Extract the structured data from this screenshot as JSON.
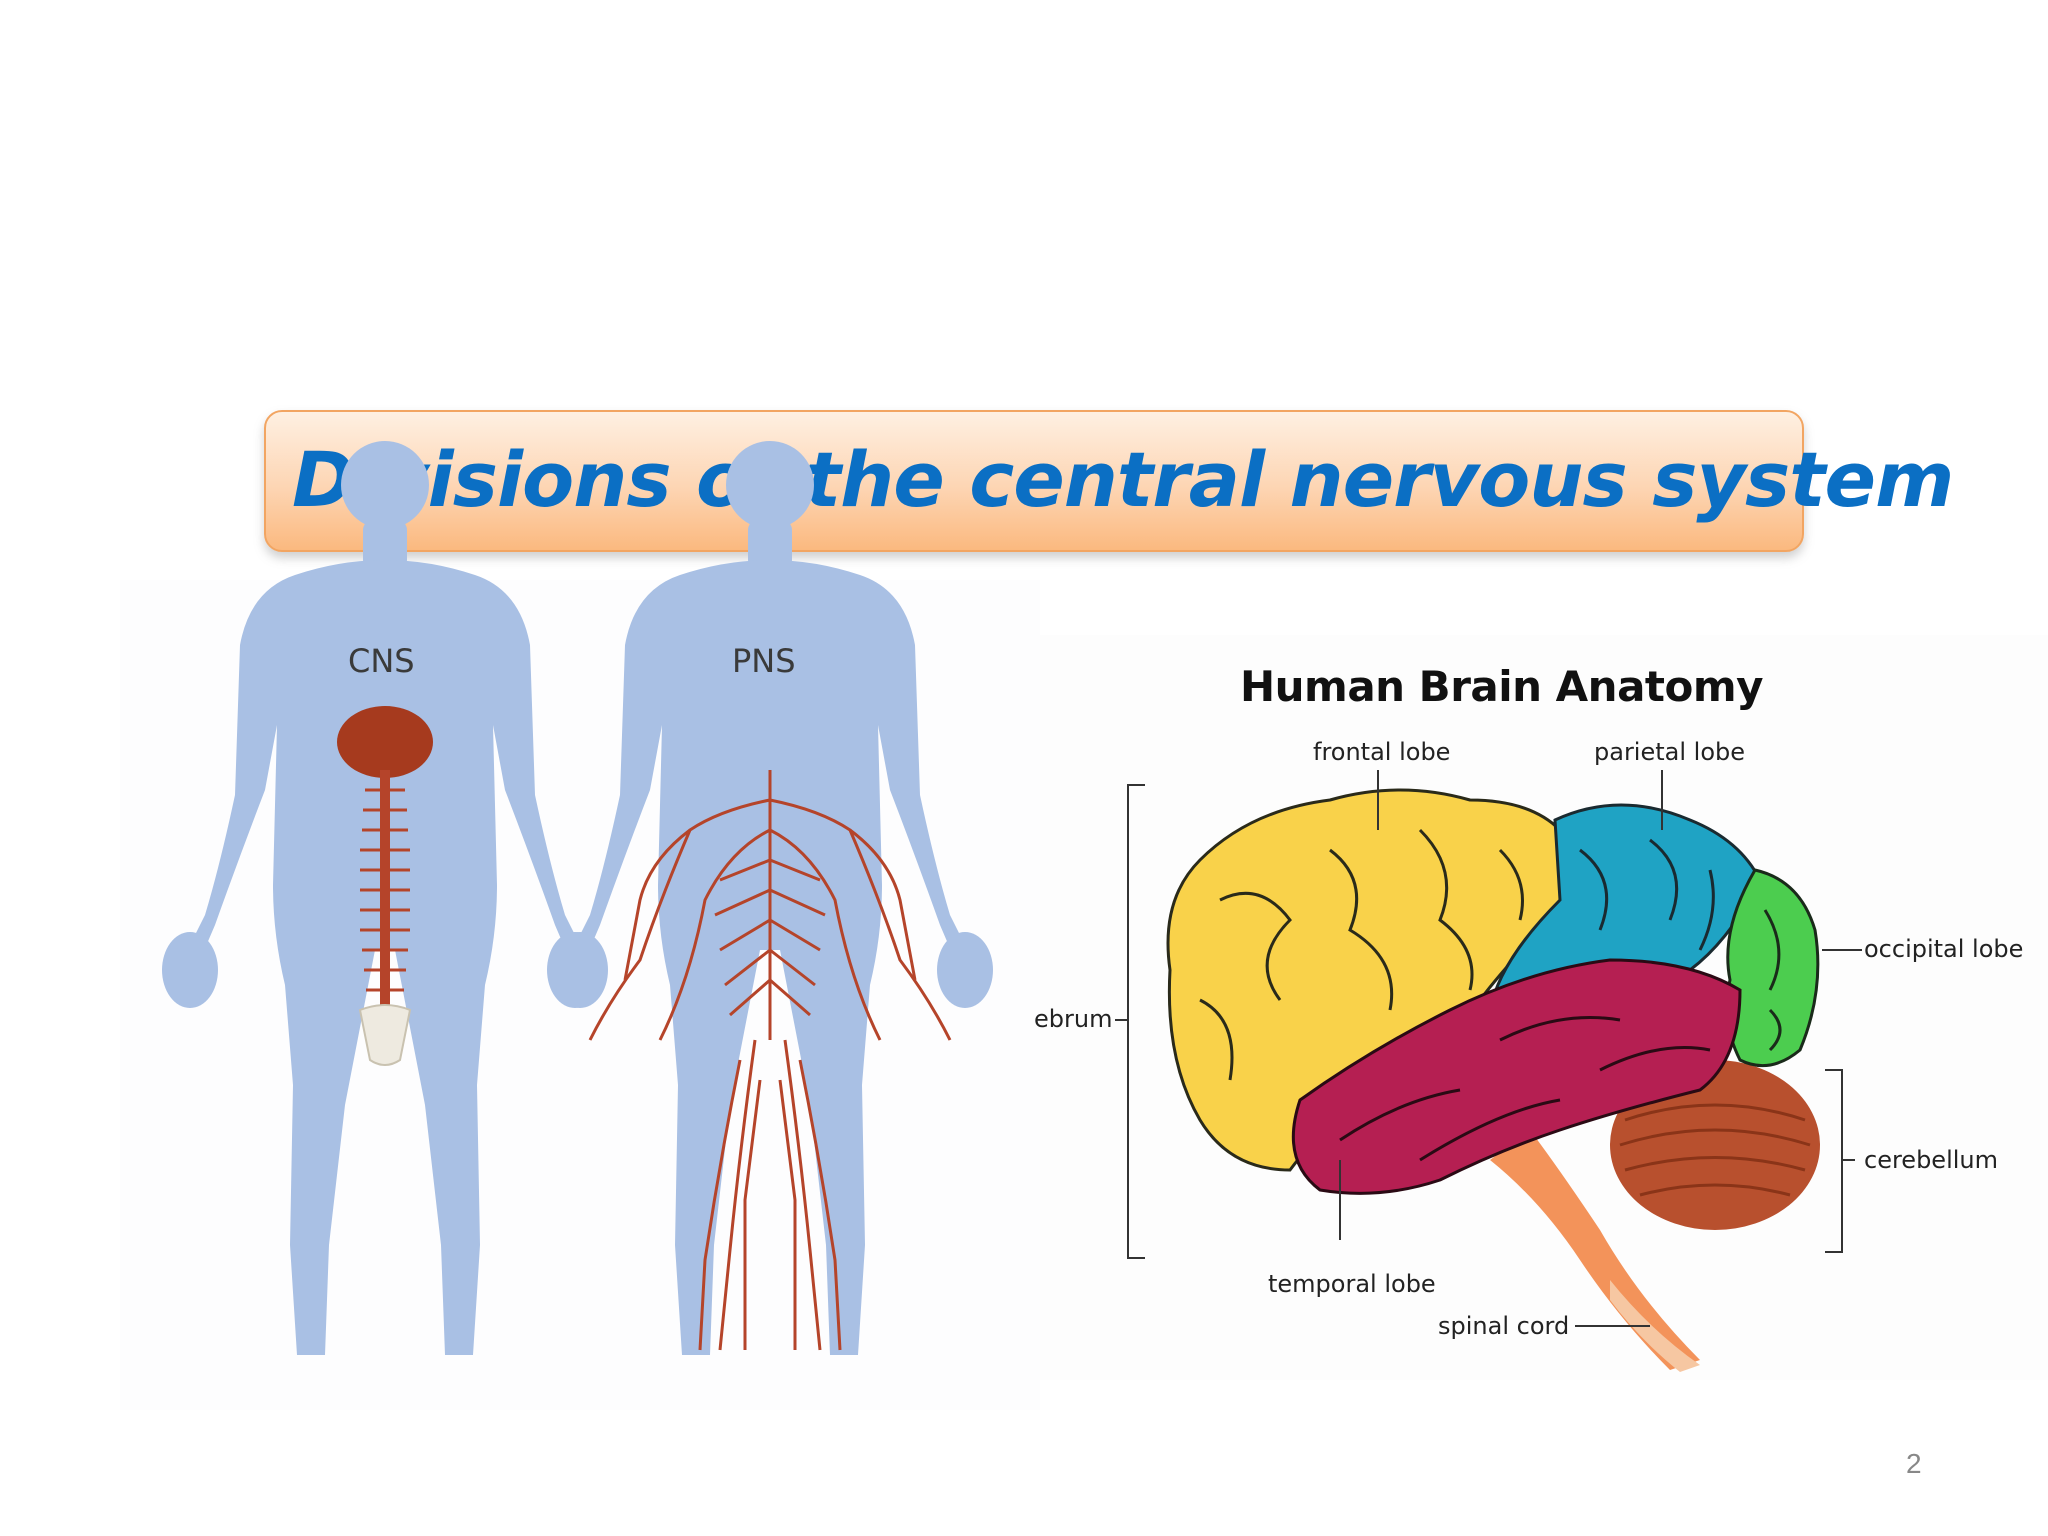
{
  "slide": {
    "title": "Divisions of the central nervous system",
    "page_number": "2"
  },
  "body_figure": {
    "left_label": "CNS",
    "right_label": "PNS"
  },
  "brain_figure": {
    "title": "Human Brain Anatomy",
    "labels": {
      "frontal": "frontal lobe",
      "parietal": "parietal lobe",
      "occipital": "occipital lobe",
      "cerebrum": "ebrum",
      "cerebellum": "cerebellum",
      "temporal": "temporal lobe",
      "spinal": "spinal cord"
    }
  },
  "colors": {
    "title_text": "#0b6fc4",
    "title_border": "#f2a562",
    "body_silhouette": "#a9c0e4",
    "nerve": "#b5442a",
    "frontal": "#f9d24a",
    "parietal": "#1fa3c4",
    "occipital": "#4ccd4f",
    "temporal": "#b51f52",
    "cerebellum": "#b8502e",
    "brainstem": "#f3935a"
  }
}
